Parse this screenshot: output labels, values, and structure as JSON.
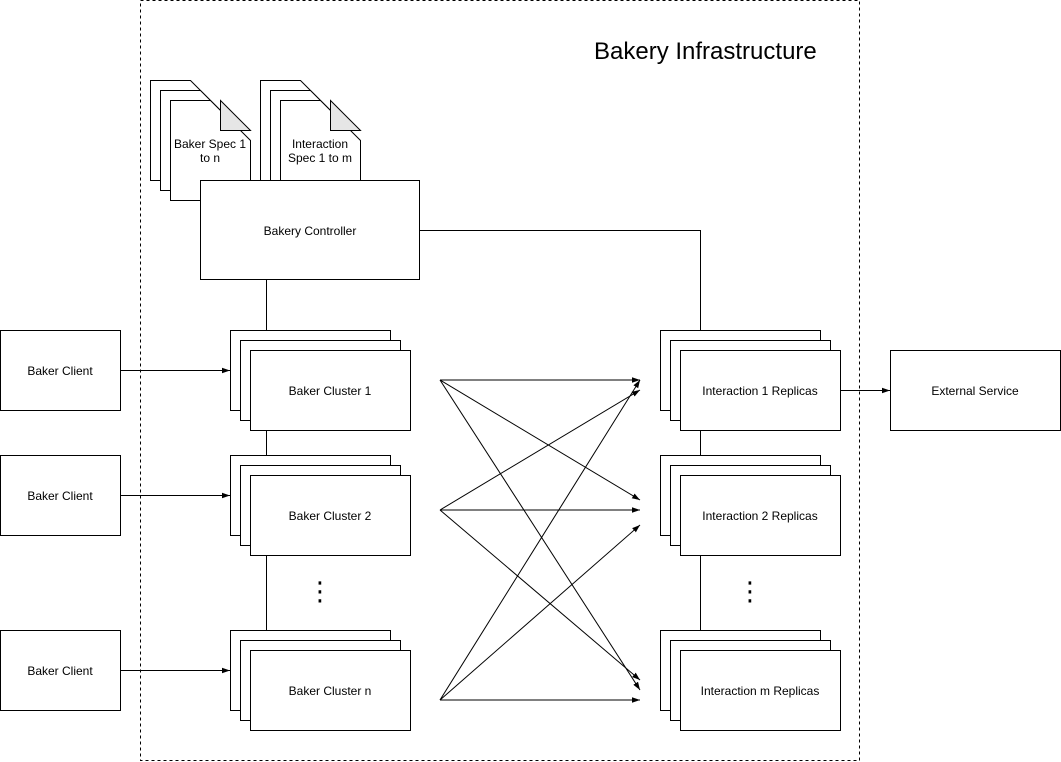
{
  "title": "Bakery Infrastructure",
  "specs": {
    "baker_spec": [
      "Baker Spec 1",
      "to n"
    ],
    "interaction_spec": [
      "Interaction",
      "Spec 1 to m"
    ]
  },
  "controller": "Bakery Controller",
  "clients": [
    "Baker Client",
    "Baker Client",
    "Baker Client"
  ],
  "clusters": [
    "Baker Cluster 1",
    "Baker Cluster 2",
    "Baker Cluster n"
  ],
  "interactions": [
    "Interaction 1 Replicas",
    "Interaction 2 Replicas",
    "Interaction m Replicas"
  ],
  "external_service": "External Service",
  "ellipsis": "⋮"
}
